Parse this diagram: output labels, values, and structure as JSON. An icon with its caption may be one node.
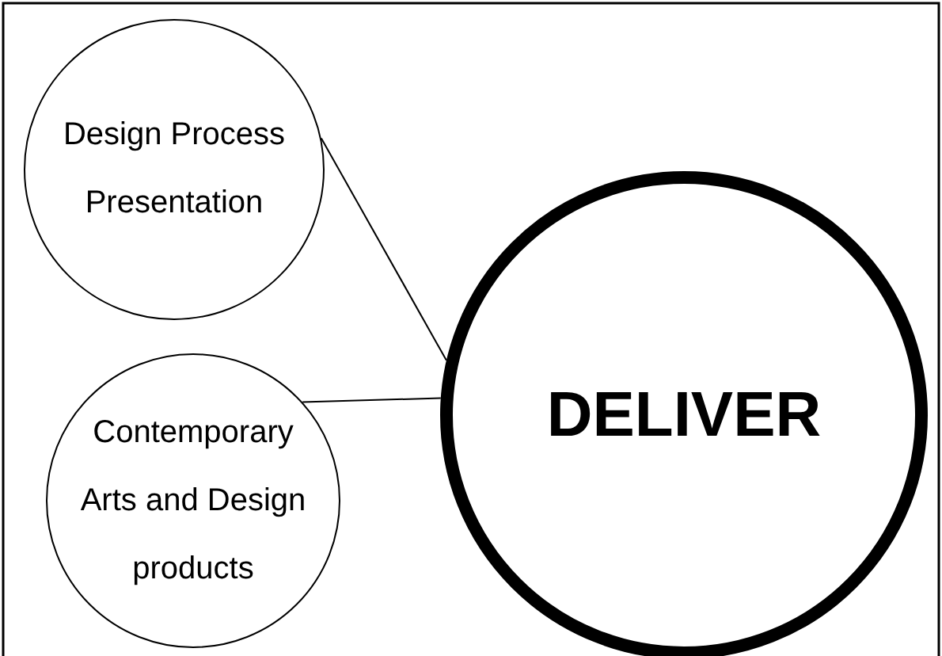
{
  "diagram": {
    "nodes": [
      {
        "text": [
          "Design Process Presentation"
        ]
      },
      {
        "text": [
          "Contemporary Arts and Design products"
        ]
      },
      {
        "text": [
          "DELIVER"
        ]
      }
    ],
    "edges": [
      {
        "from": 0,
        "to": 2,
        "arrow": "none"
      },
      {
        "from": 1,
        "to": 2,
        "arrow": "none"
      }
    ]
  }
}
